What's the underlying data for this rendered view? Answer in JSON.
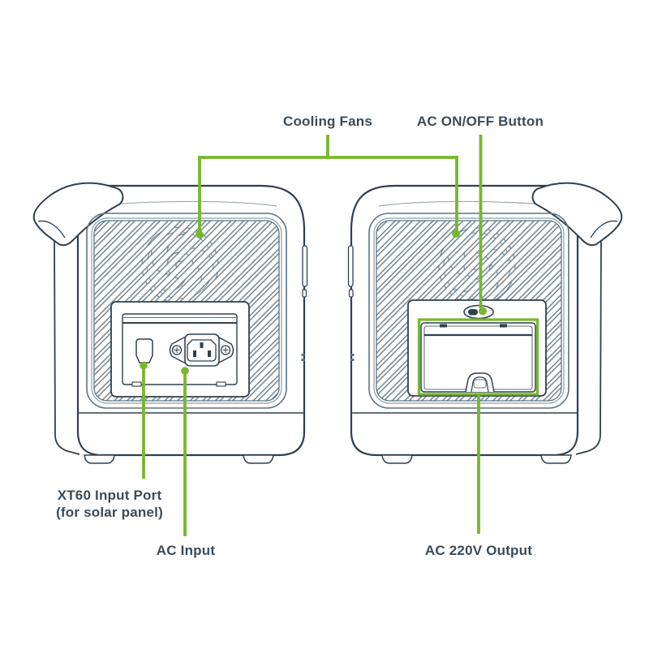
{
  "diagram": {
    "type": "product-callout-diagram",
    "subject": "portable power station rear views",
    "colors": {
      "accent_green": "#76b82a",
      "outline_dark": "#2f4050",
      "outline_mid": "#5c7384",
      "outline_light": "#8aa0ad",
      "label_text": "#3b4b58",
      "background": "#ffffff"
    },
    "labels": {
      "cooling_fans": "Cooling Fans",
      "ac_on_off": "AC ON/OFF Button",
      "xt60_line1": "XT60 Input Port",
      "xt60_line2": "(for solar panel)",
      "ac_input": "AC Input",
      "ac_220v_output": "AC 220V Output"
    },
    "callouts": [
      {
        "label": "Cooling Fans",
        "targets": [
          "left unit fan",
          "right unit fan"
        ]
      },
      {
        "label": "AC ON/OFF Button",
        "targets": [
          "right unit oval button"
        ]
      },
      {
        "label": "XT60 Input Port (for solar panel)",
        "targets": [
          "left unit small port"
        ]
      },
      {
        "label": "AC Input",
        "targets": [
          "left unit AC inlet"
        ]
      },
      {
        "label": "AC 220V Output",
        "targets": [
          "right unit AC output cover"
        ]
      }
    ]
  }
}
